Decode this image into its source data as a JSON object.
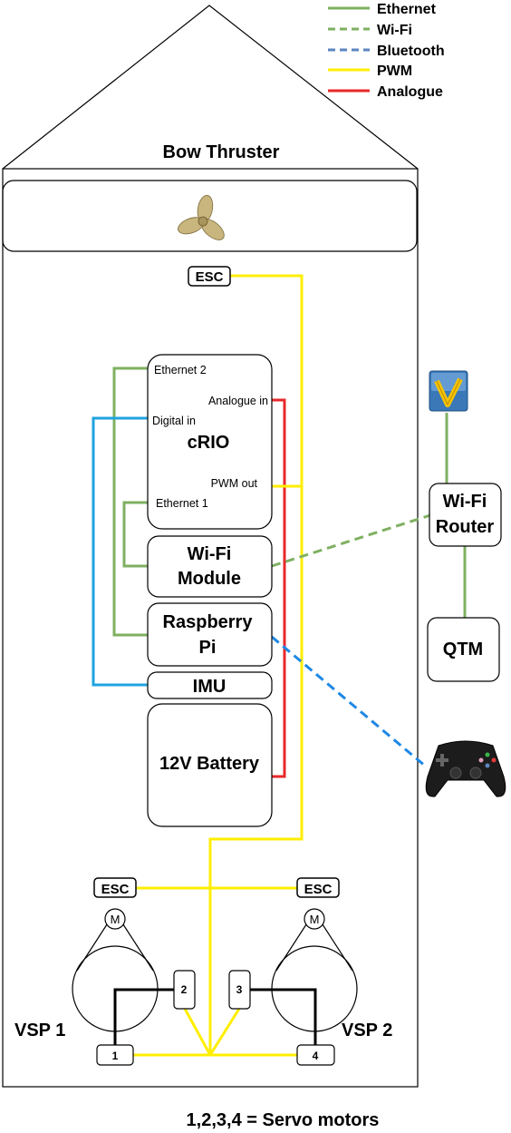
{
  "legend": {
    "items": [
      {
        "label": "Ethernet",
        "color": "#7fb061",
        "style": "solid"
      },
      {
        "label": "Wi-Fi",
        "color": "#7fb061",
        "style": "dashed"
      },
      {
        "label": "Bluetooth",
        "color": "#5b86c0",
        "style": "dashed"
      },
      {
        "label": "PWM",
        "color": "#ffee00",
        "style": "solid"
      },
      {
        "label": "Analogue",
        "color": "#e8282a",
        "style": "solid"
      }
    ]
  },
  "boat": {
    "bow_label": "Bow Thruster",
    "propeller_icon": "propeller-icon"
  },
  "components": {
    "esc_bow": "ESC",
    "crio": {
      "title": "cRIO",
      "ethernet2": "Ethernet 2",
      "analogue_in": "Analogue in",
      "digital_in": "Digital in",
      "pwm_out": "PWM out",
      "ethernet1": "Ethernet 1"
    },
    "wifi_module": {
      "line1": "Wi-Fi",
      "line2": "Module"
    },
    "raspberry_pi": {
      "line1": "Raspberry",
      "line2": "Pi"
    },
    "imu": "IMU",
    "battery": "12V Battery",
    "esc_left": "ESC",
    "esc_right": "ESC",
    "motor_left": "M",
    "motor_right": "M",
    "servos": [
      "1",
      "2",
      "3",
      "4"
    ],
    "vsp1": "VSP 1",
    "vsp2": "VSP 2"
  },
  "external": {
    "labview_icon": "labview-icon",
    "router": {
      "line1": "Wi-Fi",
      "line2": "Router"
    },
    "qtm": "QTM",
    "gamepad_icon": "gamepad-icon"
  },
  "footer": "1,2,3,4 = Servo motors",
  "colors": {
    "ethernet": "#7fb061",
    "wifi": "#7fb061",
    "bluetooth": "#1e88e5",
    "digital": "#1fa3e0",
    "pwm": "#ffee00",
    "analogue": "#e8282a"
  }
}
